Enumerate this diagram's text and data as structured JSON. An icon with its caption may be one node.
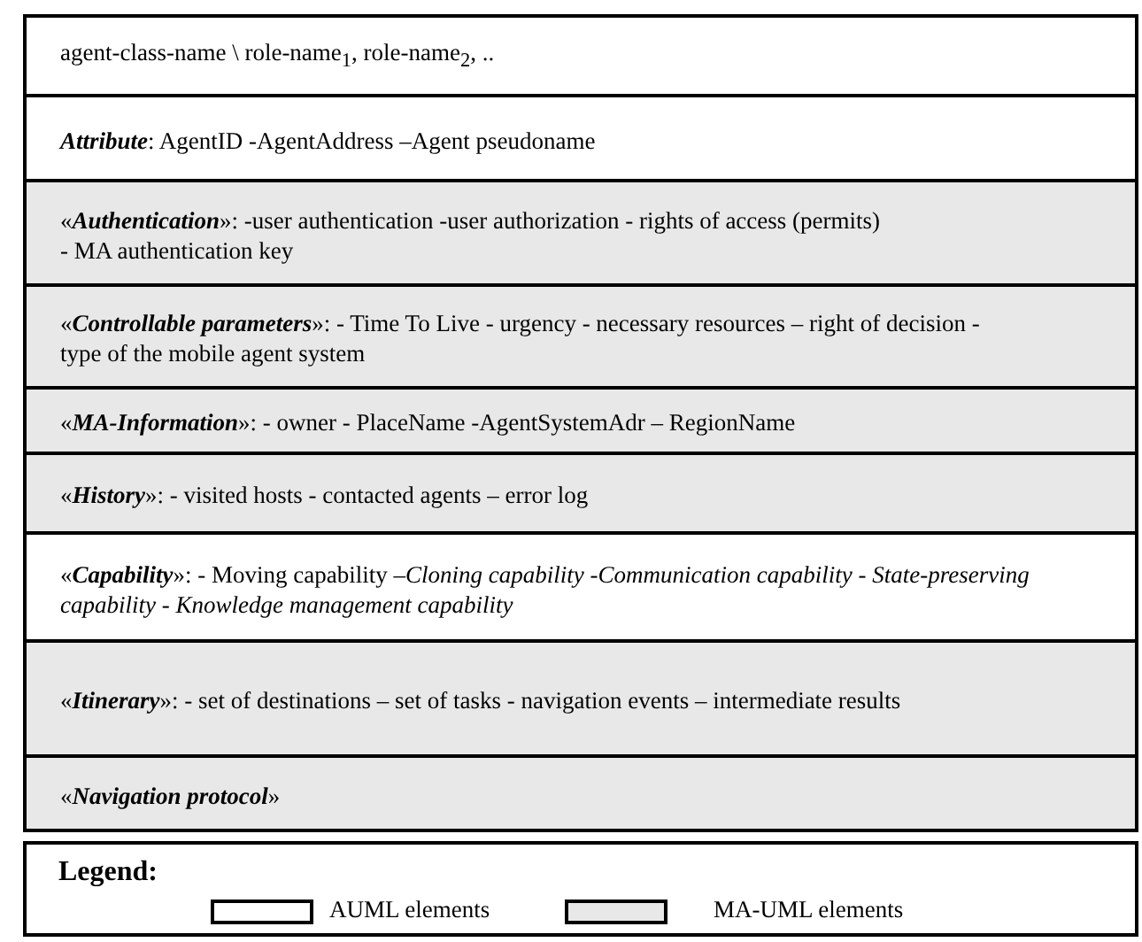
{
  "diagram": {
    "nodes": [
      {
        "text": [
          "agent-class-name \\ role-name$_{1}$, role-name$_{2}$, .."
        ]
      },
      {
        "text": [
          "**Attribute**: AgentID -AgentAddress –Agent pseudoname"
        ]
      },
      {
        "text": [
          "«**Authentication**»: -user authentication -user authorization - rights of access (permits) - MA authentication key"
        ]
      },
      {
        "text": [
          "«**Controllable parameters**»: - Time To Live - urgency - necessary resources – right of decision - type of the mobile agent system"
        ]
      },
      {
        "text": [
          "«**MA-Information**»: - owner - PlaceName -AgentSystemAdr – RegionName"
        ]
      },
      {
        "text": [
          "«**History**»: - visited hosts - contacted agents – error log"
        ]
      },
      {
        "text": [
          "«**Capability**»: - Moving capability –*Cloning capability* -*Communication capability* - *State-preserving capability* - *Knowledge management capability*"
        ]
      },
      {
        "text": [
          "«**Itinerary**»: - set of destinations – set of tasks - navigation events – intermediate results"
        ]
      },
      {
        "text": [
          "«**Navigation protocol**»"
        ]
      }
    ],
    "labels": [
      "Legend:"
    ],
    "legend": [
      {
        "text": "AUML elements",
        "color": "#ffffff"
      },
      {
        "text": "MA-UML elements",
        "color": "#e8e8e8"
      }
    ]
  }
}
